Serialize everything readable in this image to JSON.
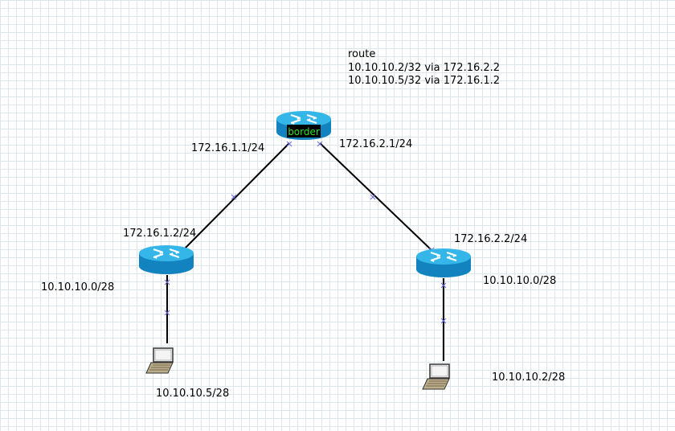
{
  "route_note": {
    "title": "route",
    "lines": [
      "10.10.10.2/32 via 172.16.2.2",
      "10.10.10.5/32 via 172.16.1.2"
    ]
  },
  "routers": {
    "border": {
      "label": "border",
      "iface_left": "172.16.1.1/24",
      "iface_right": "172.16.2.1/24"
    },
    "left": {
      "iface_up": "172.16.1.2/24",
      "lan": "10.10.10.0/28"
    },
    "right": {
      "iface_up": "172.16.2.2/24",
      "lan": "10.10.10.0/28"
    }
  },
  "hosts": {
    "left": {
      "addr": "10.10.10.5/28"
    },
    "right": {
      "addr": "10.10.10.2/28"
    }
  },
  "colors": {
    "router_top": "#35b6e8",
    "router_side": "#1283be",
    "link": "#000000",
    "link_marker": "#6b6bd8",
    "label_bg": "#000000",
    "label_text": "#2ee02e"
  }
}
